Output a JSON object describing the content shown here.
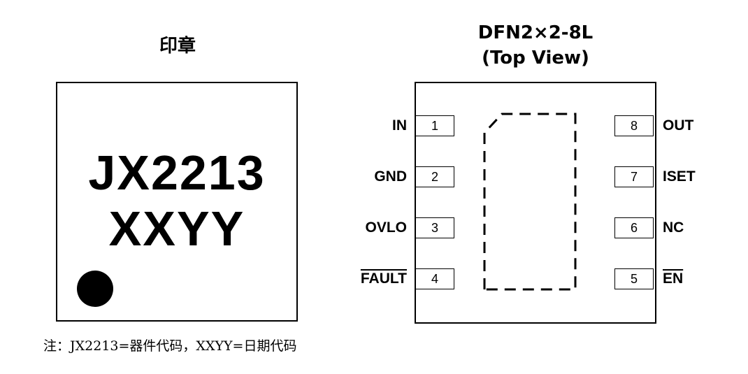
{
  "marking": {
    "title": "印章",
    "line1": "JX2213",
    "line2": "XXYY"
  },
  "package": {
    "title_line1": "DFN2×2-8L",
    "title_line2": "(Top View)",
    "pins_left": [
      {
        "number": "1",
        "name": "IN",
        "overline": false
      },
      {
        "number": "2",
        "name": "GND",
        "overline": false
      },
      {
        "number": "3",
        "name": "OVLO",
        "overline": false
      },
      {
        "number": "4",
        "name": "FAULT",
        "overline": true
      }
    ],
    "pins_right": [
      {
        "number": "8",
        "name": "OUT",
        "overline": false
      },
      {
        "number": "7",
        "name": "ISET",
        "overline": false
      },
      {
        "number": "6",
        "name": "NC",
        "overline": false
      },
      {
        "number": "5",
        "name": "EN",
        "overline": true
      }
    ]
  },
  "note": "注：JX2213=器件代码，XXYY=日期代码"
}
